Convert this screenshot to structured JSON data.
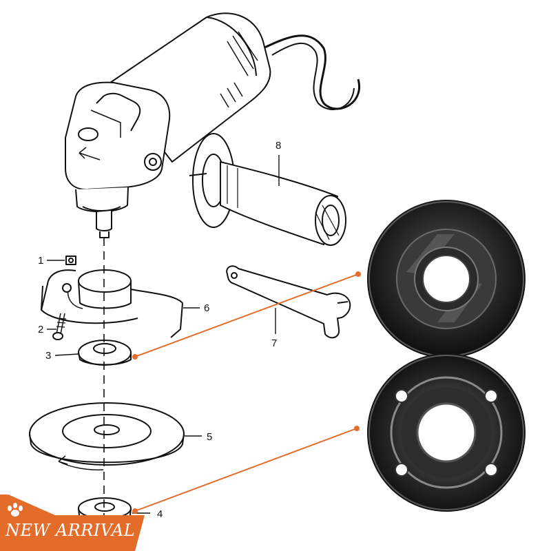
{
  "labels": {
    "p1": "1",
    "p2": "2",
    "p3": "3",
    "p4": "4",
    "p5": "5",
    "p6": "6",
    "p7": "7",
    "p8": "8"
  },
  "badge": {
    "text": "NEW ARRIVAL",
    "icon": "paw-icon"
  },
  "colors": {
    "accent": "#e36c2b",
    "line": "#111111",
    "metal_dark": "#1c1c1c",
    "metal_mid": "#4a4a4a"
  }
}
